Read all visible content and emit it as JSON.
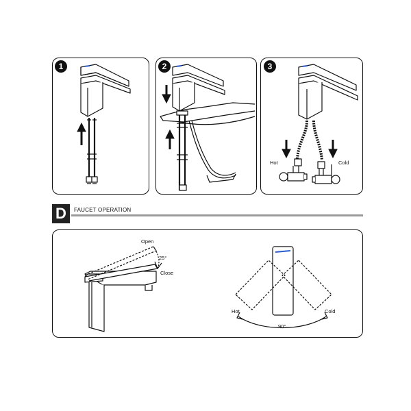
{
  "steps": [
    {
      "number": "1"
    },
    {
      "number": "2"
    },
    {
      "number": "3"
    }
  ],
  "step3": {
    "hot_label": "Hot",
    "cold_label": "Cold"
  },
  "section": {
    "badge": "D",
    "title": "FAUCET OPERATION"
  },
  "operation": {
    "open_label": "Open",
    "angle_label": "25°",
    "close_label": "Close",
    "hot_label": "Hot",
    "cold_label": "Cold",
    "rotation_label": "90°"
  },
  "icons": [
    "up-arrow-icon",
    "down-arrow-icon"
  ]
}
